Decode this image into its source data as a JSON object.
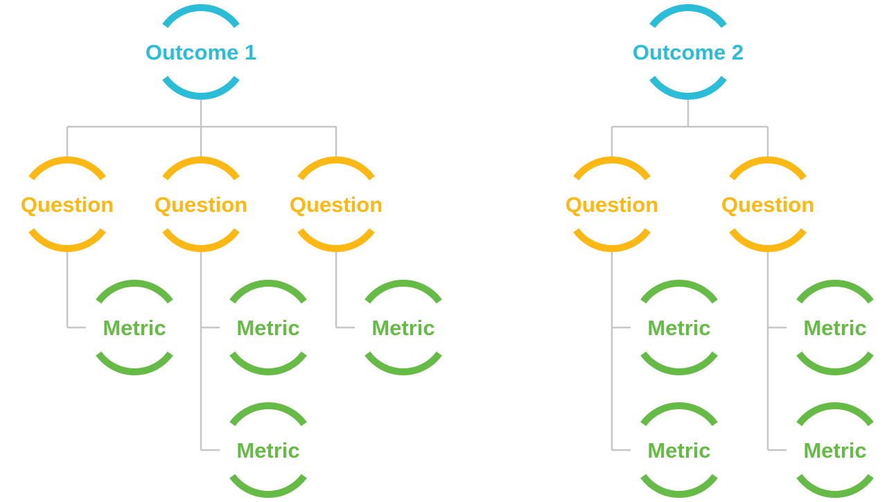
{
  "colors": {
    "outcome": "#2bbcd8",
    "question": "#fdb813",
    "metric": "#65bb45",
    "connector": "#c6c6c6"
  },
  "trees": [
    {
      "outcome": "Outcome 1",
      "questions": [
        {
          "label": "Question",
          "metrics": [
            "Metric"
          ]
        },
        {
          "label": "Question",
          "metrics": [
            "Metric",
            "Metric"
          ]
        },
        {
          "label": "Question",
          "metrics": [
            "Metric"
          ]
        }
      ]
    },
    {
      "outcome": "Outcome 2",
      "questions": [
        {
          "label": "Question",
          "metrics": [
            "Metric",
            "Metric"
          ]
        },
        {
          "label": "Question",
          "metrics": [
            "Metric",
            "Metric"
          ]
        }
      ]
    }
  ]
}
